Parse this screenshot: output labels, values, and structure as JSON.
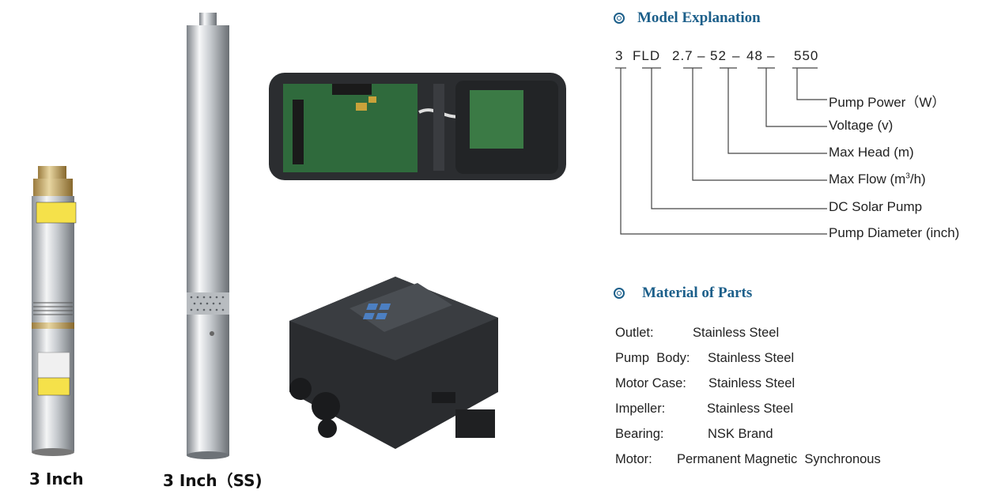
{
  "pumps": {
    "left_caption": "3 Inch",
    "right_caption": "3 Inch（SS)"
  },
  "model_explanation": {
    "title": "Model Explanation",
    "code_parts": [
      "3",
      "FLD",
      "2.7",
      "–",
      "52",
      "–",
      "48",
      "–",
      "550"
    ],
    "labels": {
      "power": "Pump Power（W）",
      "voltage": "Voltage (v)",
      "head": "Max Head (m)",
      "flow_prefix": "Max Flow (m",
      "flow_sup": "3",
      "flow_suffix": "/h)",
      "dc": "DC Solar Pump",
      "diameter": "Pump Diameter (inch)"
    }
  },
  "materials": {
    "title": "Material of Parts",
    "rows": [
      {
        "k": "Outlet:",
        "v": "Stainless Steel"
      },
      {
        "k": "Pump  Body:",
        "v": "Stainless Steel"
      },
      {
        "k": "Motor Case:",
        "v": "Stainless Steel"
      },
      {
        "k": "Impeller:",
        "v": "Stainless Steel"
      },
      {
        "k": "Bearing:",
        "v": "NSK Brand"
      },
      {
        "k": "Motor:",
        "v": "Permanent Magnetic  Synchronous"
      }
    ]
  }
}
